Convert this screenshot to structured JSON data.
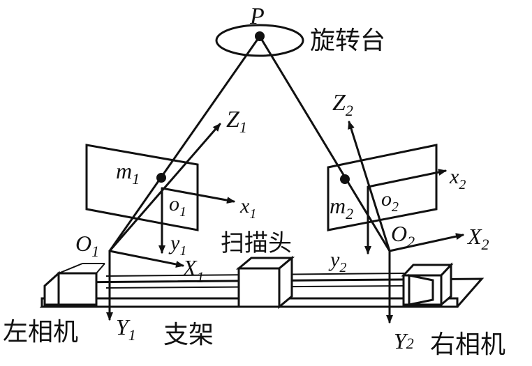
{
  "labels": {
    "point_p": "P",
    "turntable": "旋转台",
    "z1": "Z",
    "z1_sub": "1",
    "z2": "Z",
    "z2_sub": "2",
    "m1": "m",
    "m1_sub": "1",
    "m2": "m",
    "m2_sub": "2",
    "o1_small": "o",
    "o1_small_sub": "1",
    "o2_small": "o",
    "o2_small_sub": "2",
    "x1_small": "x",
    "x1_small_sub": "1",
    "x2_small": "x",
    "x2_small_sub": "2",
    "y1_small": "y",
    "y1_small_sub": "1",
    "y2_small": "y",
    "y2_small_sub": "2",
    "o1_big": "O",
    "o1_big_sub": "1",
    "o2_big": "O",
    "o2_big_sub": "2",
    "x1_big": "X",
    "x1_big_sub": "1",
    "x2_big": "X",
    "x2_big_sub": "2",
    "y1_big": "Y",
    "y1_big_sub": "1",
    "y2_big": "Y",
    "y2_big_sub": "2",
    "scan_head": "扫描头",
    "left_camera": "左相机",
    "right_camera": "右相机",
    "bracket": "支架"
  },
  "colors": {
    "ink": "#111111",
    "background": "#ffffff"
  }
}
